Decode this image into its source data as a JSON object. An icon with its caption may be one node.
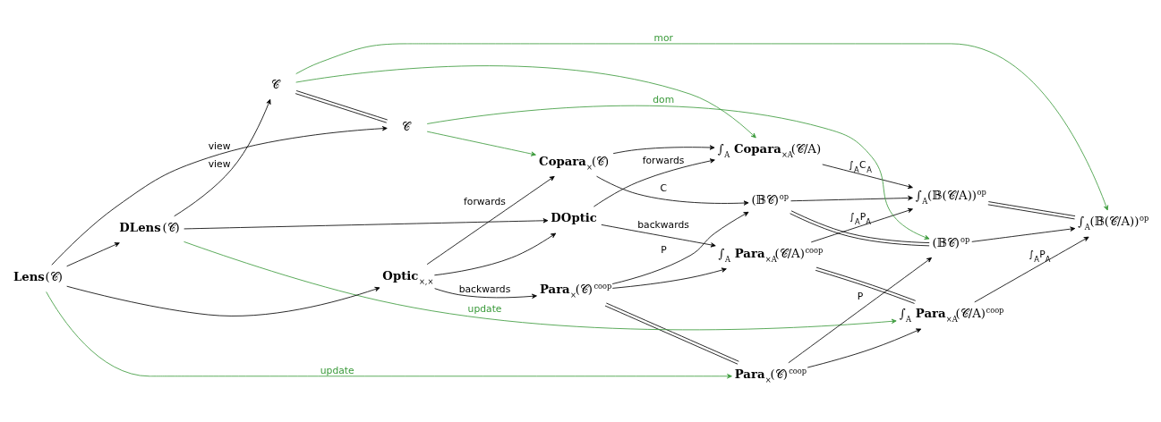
{
  "diagram": {
    "nodes": [
      {
        "text": [
          "**DOptic**"
        ]
      },
      {
        "text": [
          "∫$_{A}$ **Para**$_{×A}$(𝒞/A)$^{coop}$"
        ]
      },
      {
        "text": [
          "∫$_{A}$ **Copara**$_{×A}$(𝒞/A)"
        ]
      },
      {
        "text": [
          "∫$_{A}$(𝔹(𝒞/A))$^{op}$"
        ]
      },
      {
        "text": [
          "**Optic**$_{×,×}$"
        ]
      },
      {
        "text": [
          "**Para**$_{×}$(𝒞)$^{coop}$"
        ]
      },
      {
        "text": [
          "**Copara**$_{×}$(𝒞)"
        ]
      },
      {
        "text": [
          "(𝔹𝒞)$^{op}$"
        ]
      },
      {
        "text": [
          "**DLens**(𝒞)"
        ]
      },
      {
        "text": [
          "∫$_{A}$ **Para**$_{×A}$(𝒞/A)$^{coop}$"
        ]
      },
      {
        "text": [
          "𝒞"
        ]
      },
      {
        "text": [
          "∫$_{A}$(𝔹(𝒞/A))$^{op}$"
        ]
      },
      {
        "text": [
          "**Lens**(𝒞)"
        ]
      },
      {
        "text": [
          "**Para**$_{×}$(𝒞)$^{coop}$"
        ]
      },
      {
        "text": [
          "𝒞"
        ]
      },
      {
        "text": [
          "(𝔹𝒞)$^{op}$"
        ]
      }
    ],
    "edges": [
      {
        "from": 0,
        "to": 1,
        "arrow": "to",
        "label": "backwards"
      },
      {
        "from": 0,
        "to": 2,
        "arrow": "to",
        "label": "forwards"
      },
      {
        "from": 1,
        "to": 3,
        "arrow": "to",
        "label": "∫$_{A}$P$_{A}$"
      },
      {
        "from": 2,
        "to": 3,
        "arrow": "to",
        "label": "∫$_{A}$C$_{A}$"
      },
      {
        "from": 4,
        "to": 0,
        "arrow": "to"
      },
      {
        "from": 5,
        "to": 1,
        "arrow": "to"
      },
      {
        "from": 4,
        "to": 5,
        "arrow": "to",
        "label": "backwards"
      },
      {
        "from": 4,
        "to": 6,
        "arrow": "to",
        "label": "forwards"
      },
      {
        "from": 5,
        "to": 7,
        "arrow": "to",
        "label": "P"
      },
      {
        "from": 6,
        "to": 7,
        "arrow": "to",
        "label": "C"
      },
      {
        "from": 7,
        "to": 3,
        "arrow": "to"
      },
      {
        "from": 6,
        "to": 2,
        "arrow": "to"
      },
      {
        "from": 8,
        "to": 0,
        "arrow": "to"
      },
      {
        "from": 12,
        "to": 4,
        "arrow": "to"
      },
      {
        "from": 1,
        "to": 9,
        "arrow": "none"
      },
      {
        "from": 3,
        "to": 11,
        "arrow": "none"
      },
      {
        "from": 5,
        "to": 13,
        "arrow": "none"
      },
      {
        "from": 7,
        "to": 15,
        "arrow": "none"
      },
      {
        "from": 10,
        "to": 2,
        "arrow": "to",
        "color": "#3a9a3a"
      },
      {
        "from": 14,
        "to": 6,
        "arrow": "to",
        "color": "#3a9a3a"
      },
      {
        "from": 8,
        "to": 9,
        "arrow": "to",
        "label": "update",
        "color": "#3a9a3a"
      },
      {
        "from": 8,
        "to": 10,
        "arrow": "to",
        "label": "view"
      },
      {
        "from": 9,
        "to": 11,
        "arrow": "to",
        "label": "∫$_{A}$P$_{A}$"
      },
      {
        "from": 10,
        "to": 11,
        "arrow": "to",
        "label": "mor",
        "color": "#3a9a3a"
      },
      {
        "from": 12,
        "to": 8,
        "arrow": "to"
      },
      {
        "from": 13,
        "to": 9,
        "arrow": "to"
      },
      {
        "from": 12,
        "to": 13,
        "arrow": "to",
        "label": "update",
        "color": "#3a9a3a"
      },
      {
        "from": 12,
        "to": 14,
        "arrow": "to",
        "label": "view"
      },
      {
        "from": 13,
        "to": 15,
        "arrow": "to",
        "label": "P"
      },
      {
        "from": 14,
        "to": 15,
        "arrow": "to",
        "label": "dom",
        "color": "#3a9a3a"
      },
      {
        "from": 15,
        "to": 11,
        "arrow": "to"
      },
      {
        "from": 10,
        "to": 14,
        "arrow": "none"
      }
    ]
  }
}
